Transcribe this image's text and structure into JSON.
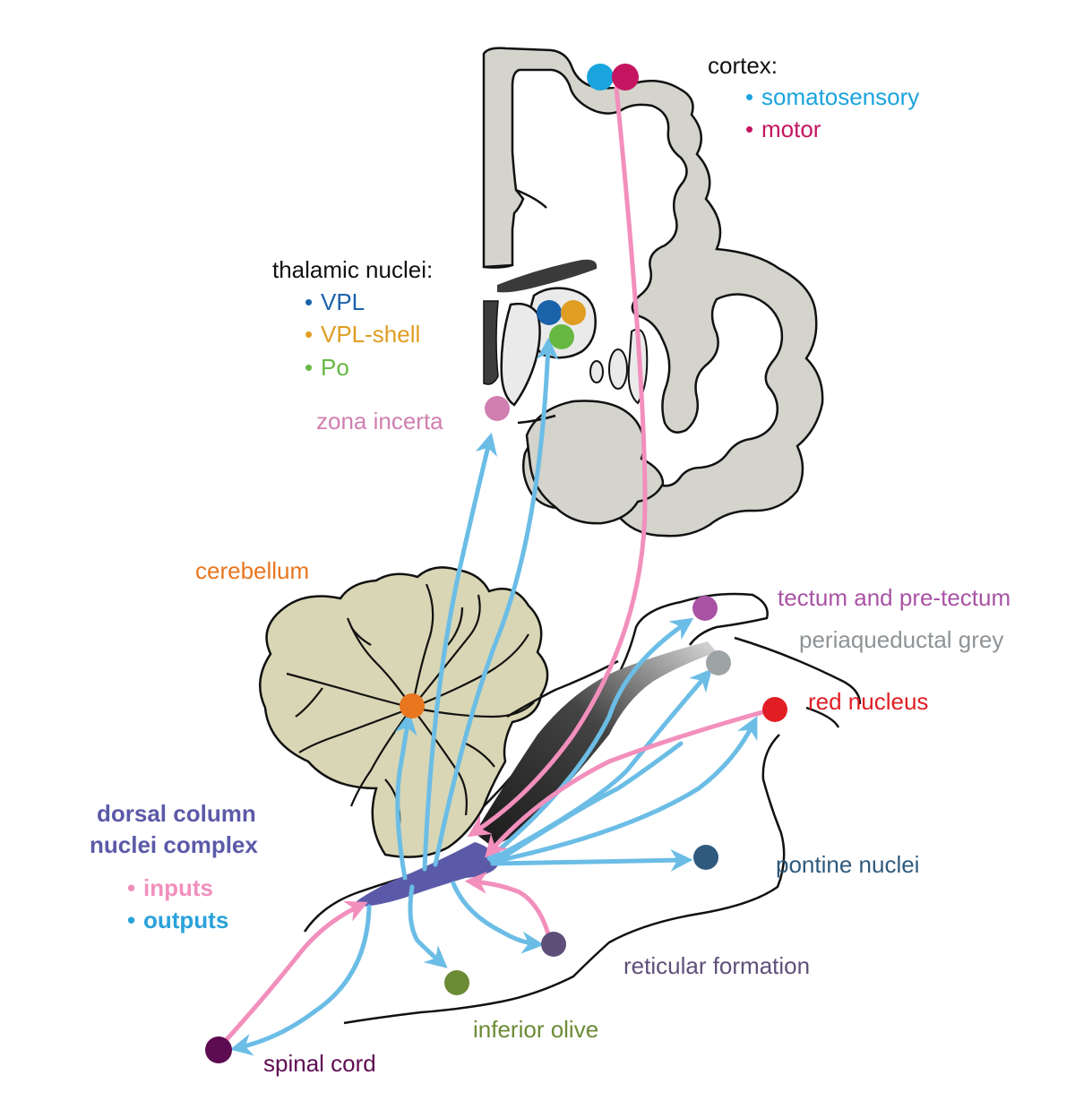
{
  "colors": {
    "input_arrow": "#f28fbd",
    "output_arrow": "#6bbde6",
    "dcn": "#5b5aa8",
    "brain_fill": "#d4d3cc",
    "cerebellum_fill": "#d8d6b4"
  },
  "cortex": {
    "title": "cortex:",
    "items": [
      {
        "label": "somatosensory",
        "color": "#1aa4dd"
      },
      {
        "label": "motor",
        "color": "#c51560"
      }
    ]
  },
  "thalamus": {
    "title": "thalamic nuclei:",
    "items": [
      {
        "label": "VPL",
        "color": "#1a62aa"
      },
      {
        "label": "VPL-shell",
        "color": "#e09d22"
      },
      {
        "label": "Po",
        "color": "#67b843"
      }
    ]
  },
  "nodes": {
    "zona_incerta": {
      "label": "zona incerta",
      "color": "#d07fb0"
    },
    "cerebellum": {
      "label": "cerebellum",
      "color": "#e8761f"
    },
    "tectum": {
      "label": "tectum and pre-tectum",
      "color": "#a953a4"
    },
    "pag": {
      "label": "periaqueductal grey",
      "color": "#9ea3a6"
    },
    "red_nucleus": {
      "label": "red nucleus",
      "color": "#e01e24"
    },
    "pontine": {
      "label": "pontine nuclei",
      "color": "#2f5a7d"
    },
    "reticular": {
      "label": "reticular formation",
      "color": "#5e4f79"
    },
    "inferior_olive": {
      "label": "inferior olive",
      "color": "#6c8b35"
    },
    "spinal_cord": {
      "label": "spinal cord",
      "color": "#5e0c52"
    }
  },
  "dcn": {
    "title_line1": "dorsal column",
    "title_line2": "nuclei complex",
    "title_color": "#5b5aa8",
    "legend": [
      {
        "label": "inputs",
        "color": "#f28fbd"
      },
      {
        "label": "outputs",
        "color": "#2aa2d9"
      }
    ]
  }
}
